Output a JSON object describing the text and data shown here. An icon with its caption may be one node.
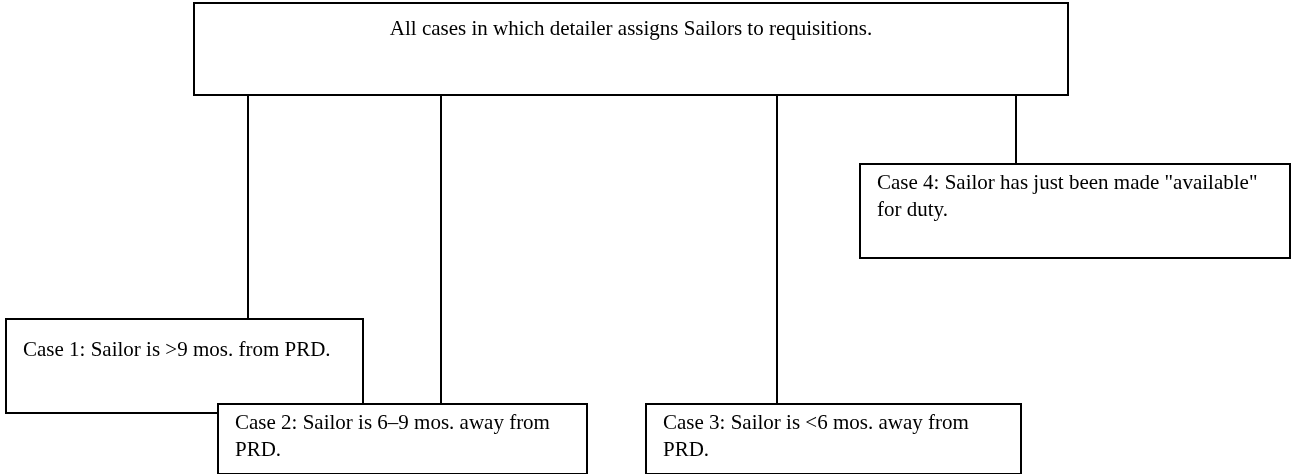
{
  "diagram": {
    "nodes": [
      {
        "text": [
          "All cases in which detailer assigns Sailors to requisitions."
        ]
      },
      {
        "text": [
          "Case 1: Sailor is >9 mos. from PRD."
        ]
      },
      {
        "text": [
          "Case 2: Sailor is 6–9 mos. away from PRD."
        ]
      },
      {
        "text": [
          "Case 3: Sailor is <6 mos. away from PRD."
        ]
      },
      {
        "text": [
          "Case 4: Sailor has just been made \"available\" for duty."
        ]
      }
    ],
    "edges": [
      {
        "from": 0,
        "to": 1,
        "arrow": "none"
      },
      {
        "from": 0,
        "to": 2,
        "arrow": "none"
      },
      {
        "from": 0,
        "to": 3,
        "arrow": "none"
      },
      {
        "from": 0,
        "to": 4,
        "arrow": "none"
      }
    ]
  }
}
